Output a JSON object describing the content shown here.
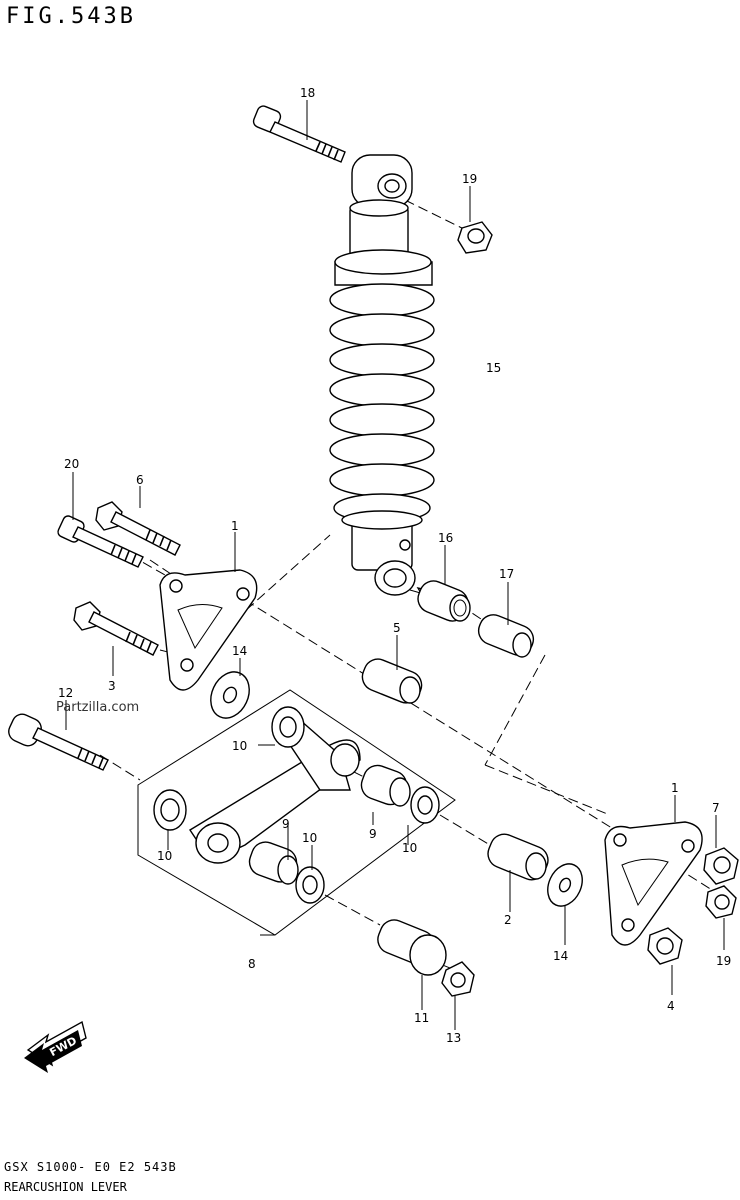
{
  "figure_title": "FIG.543B",
  "footer_code": "GSX S1000- E0 E2 543B",
  "footer_caption": "REARCUSHION LEVER",
  "watermark": "Partzilla.com",
  "fwd_label": "FWD",
  "callouts": {
    "c18": "18",
    "c19a": "19",
    "c15": "15",
    "c20": "20",
    "c6": "6",
    "c1a": "1",
    "c16": "16",
    "c17": "17",
    "c5": "5",
    "c14a": "14",
    "c3": "3",
    "c12": "12",
    "c10a": "10",
    "c10b": "10",
    "c9a": "9",
    "c10c": "10",
    "c9b": "9",
    "c10d": "10",
    "c8": "8",
    "c2": "2",
    "c14b": "14",
    "c11": "11",
    "c13": "13",
    "c1b": "1",
    "c7": "7",
    "c19b": "19",
    "c4": "4"
  },
  "icons": {
    "fwd_arrow": "fwd-arrow-icon"
  }
}
